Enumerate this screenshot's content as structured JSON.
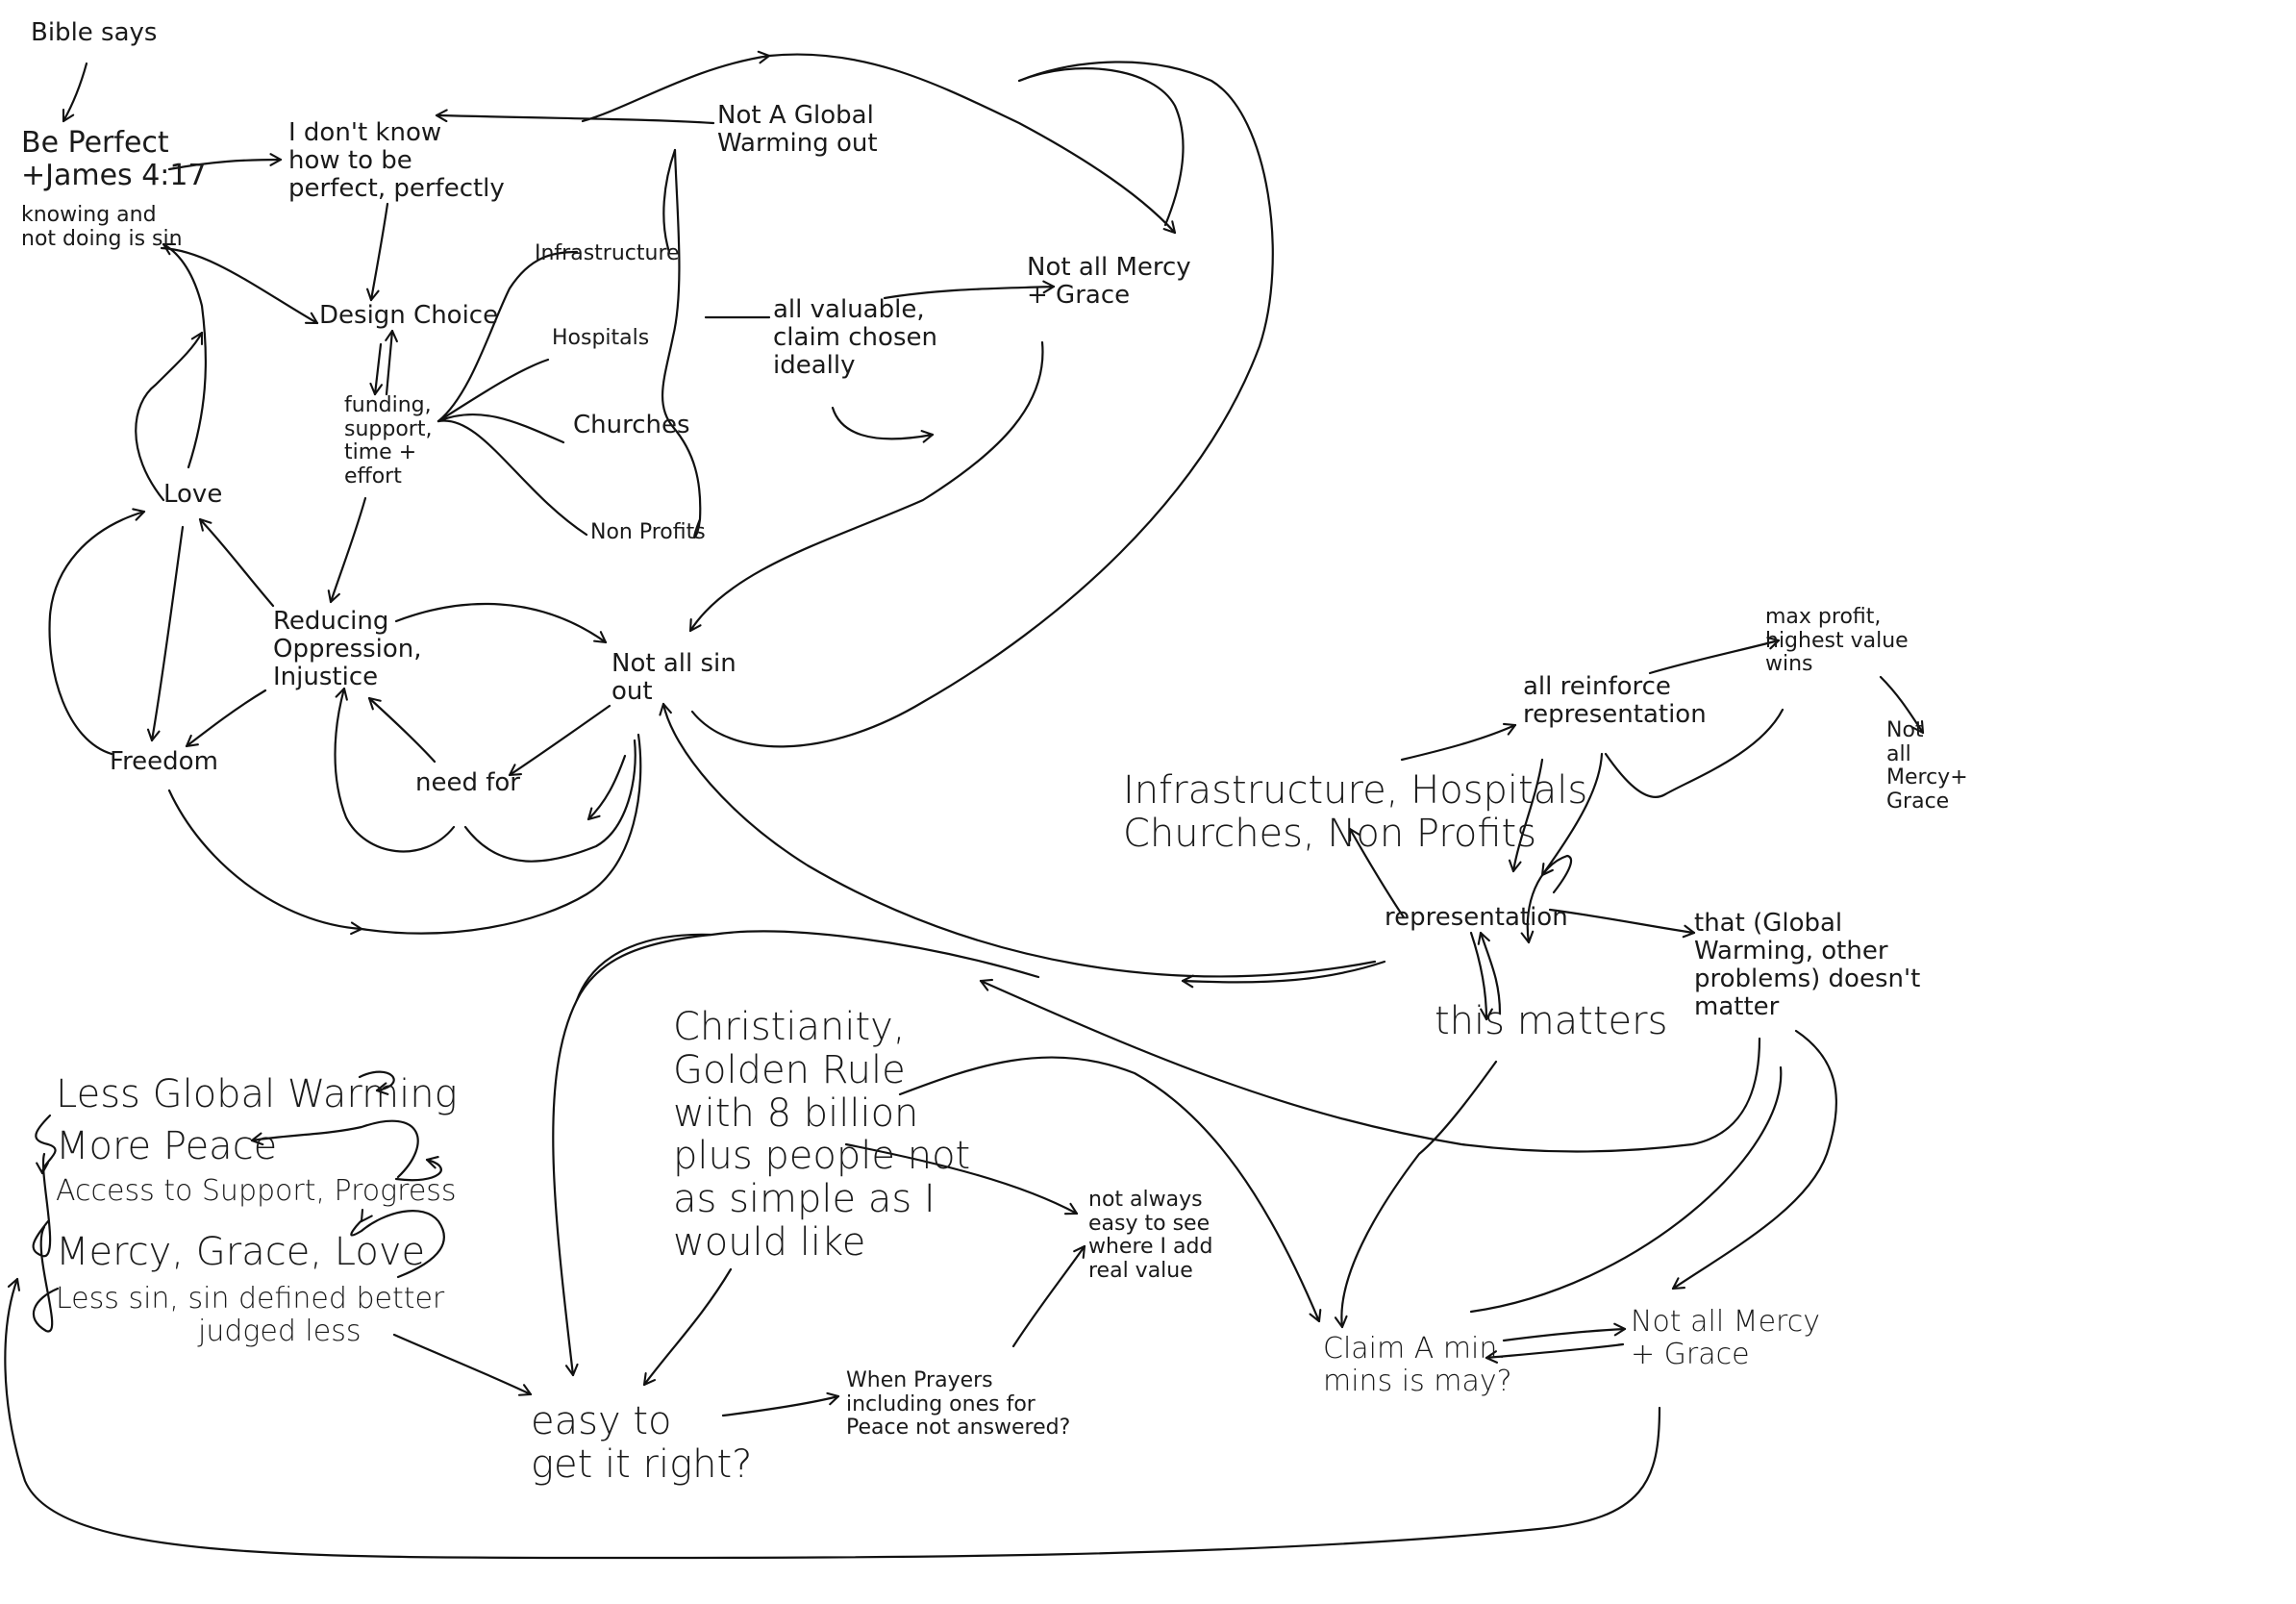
{
  "nodes": {
    "bible_says": [
      "Bible says"
    ],
    "be_perfect": [
      "Be Perfect",
      "+James 4:17"
    ],
    "knowing": [
      "knowing and",
      "not doing is sin"
    ],
    "dont_know": [
      "I don't know",
      "how to be",
      "perfect, perfectly"
    ],
    "design_choice": [
      "Design Choice"
    ],
    "funding": [
      "funding,",
      "support,",
      "time +",
      "effort"
    ],
    "love": [
      "Love"
    ],
    "reducing": [
      "Reducing",
      "Oppression,",
      "Injustice"
    ],
    "freedom": [
      "Freedom"
    ],
    "need_for": [
      "need for"
    ],
    "not_all_sin_out": [
      "Not all sin",
      "out"
    ],
    "not_a_global": [
      "Not A Global",
      "Warming out"
    ],
    "infrastructure": [
      "Infrastructure"
    ],
    "hospitals": [
      "Hospitals"
    ],
    "churches": [
      "Churches"
    ],
    "non_profits": [
      "Non Profits"
    ],
    "all_valuable": [
      "all valuable,",
      "claim chosen",
      "ideally"
    ],
    "not_all_mercy_top": [
      "Not all Mercy",
      "+ Grace"
    ],
    "max_profit": [
      "max profit,",
      "highest value",
      "wins"
    ],
    "not_all_mercy_right": [
      "Not",
      "all",
      "Mercy+",
      "Grace"
    ],
    "all_reinforce": [
      "all reinforce",
      "representation"
    ],
    "infra_list": [
      "Infrastructure, Hospitals",
      "Churches, Non Profits"
    ],
    "representation": [
      "representation"
    ],
    "this_matters": [
      "this matters"
    ],
    "that_global": [
      "that (Global",
      "Warming, other",
      "problems) doesn't",
      "matter"
    ],
    "christianity": [
      "Christianity,",
      "Golden Rule",
      "with 8 billion",
      "plus people not",
      "as simple as I",
      "would like"
    ],
    "not_always": [
      "not always",
      "easy to see",
      "where I add",
      "real value"
    ],
    "less_gw": [
      "Less Global Warming"
    ],
    "more_peace": [
      "More Peace"
    ],
    "access": [
      "Access to Support, Progress"
    ],
    "mercy_grace_love": [
      "Mercy, Grace, Love"
    ],
    "less_sin": [
      "Less sin, sin defined better",
      "judged less"
    ],
    "easy": [
      "easy to",
      "get it right?"
    ],
    "prayers": [
      "When Prayers",
      "including ones for",
      "Peace not answered?"
    ],
    "claim_a": [
      "Claim A min.",
      "mins is may?"
    ],
    "not_all_mercy_bottom": [
      "Not all Mercy",
      "+ Grace"
    ]
  }
}
